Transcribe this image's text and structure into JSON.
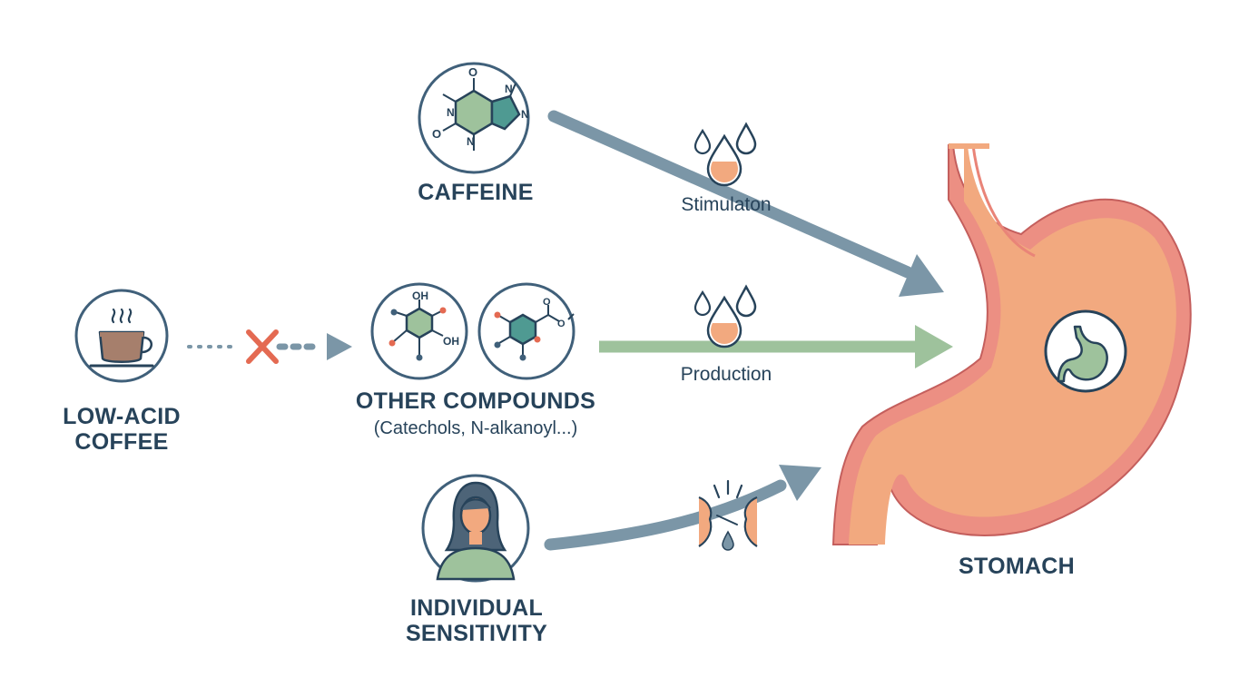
{
  "diagram": {
    "nodes": {
      "coffee": {
        "title_line1": "LOW-ACID",
        "title_line2": "COFFEE",
        "icon": "coffee-cup-icon"
      },
      "caffeine": {
        "title": "CAFFEINE",
        "icon": "caffeine-molecule-icon"
      },
      "compounds": {
        "title": "OTHER COMPOUNDS",
        "subtitle": "(Catechols, N-alkanoyl...)",
        "icons": [
          "catechol-molecule-icon",
          "ester-molecule-icon"
        ]
      },
      "sensitivity": {
        "title_line1": "INDIVIDUAL",
        "title_line2": "SENSITIVITY",
        "icon": "person-icon"
      },
      "stomach": {
        "title": "STOMACH",
        "icon": "stomach-icon"
      }
    },
    "edges": {
      "coffee_to_compounds": {
        "style": "dotted",
        "blocked": true,
        "icon": "cross-icon"
      },
      "caffeine_to_stomach": {
        "label": "Stimulaton",
        "icon": "acid-drops-icon"
      },
      "compounds_to_stomach": {
        "label": "Production",
        "icon": "acid-drops-icon"
      },
      "sensitivity_to_stomach": {
        "icon": "irritation-icon"
      }
    },
    "colors": {
      "dark_text": "#27435a",
      "blue_arrow": "#7b96a7",
      "green_arrow": "#9ec29c",
      "cross_red": "#e46a52",
      "stomach_fill": "#f2a97f",
      "stomach_lining": "#ec8f83",
      "icon_teal": "#3f8f88"
    }
  }
}
